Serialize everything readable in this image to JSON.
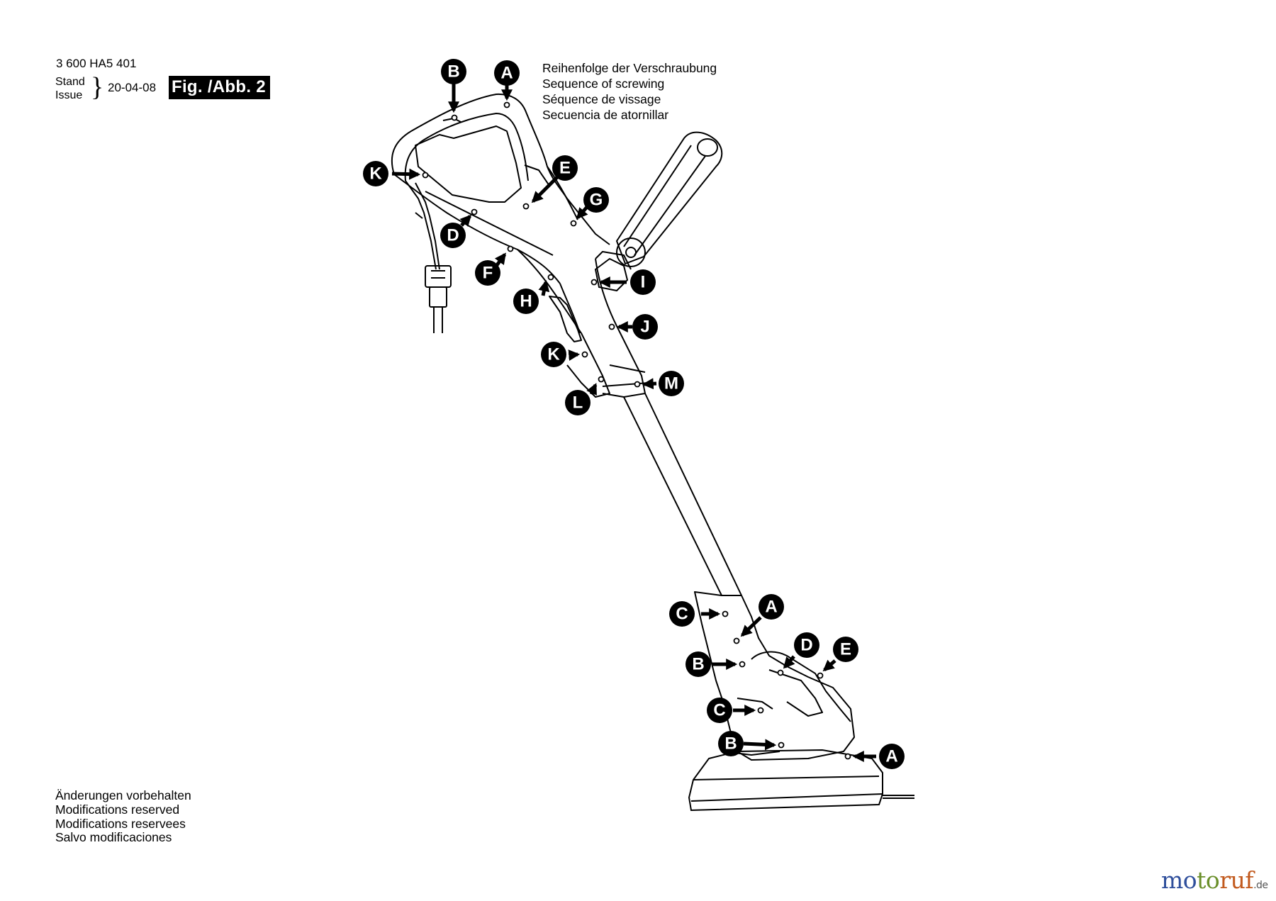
{
  "header": {
    "part_number": "3 600 HA5 401",
    "stand_label": "Stand",
    "issue_label": "Issue",
    "date": "20-04-08",
    "figure_label": "Fig. /Abb. 2"
  },
  "sequence_legend": [
    "Reihenfolge der Verschraubung",
    "Sequence of screwing",
    "Séquence de vissage",
    "Secuencia de atornillar"
  ],
  "footer_notes": [
    "Änderungen vorbehalten",
    "Modifications reserved",
    "Modifications reservees",
    "Salvo modificaciones"
  ],
  "watermark": {
    "part1": "mo",
    "part2": "to",
    "part3": "ruf",
    "tld": ".de"
  },
  "callouts": {
    "handle": [
      "B",
      "A",
      "K",
      "E",
      "G",
      "D",
      "F",
      "H",
      "I",
      "J",
      "K",
      "M",
      "L"
    ],
    "head": [
      "C",
      "A",
      "D",
      "E",
      "B",
      "C",
      "B",
      "A"
    ]
  },
  "colors": {
    "ink": "#000000",
    "background": "#ffffff"
  }
}
